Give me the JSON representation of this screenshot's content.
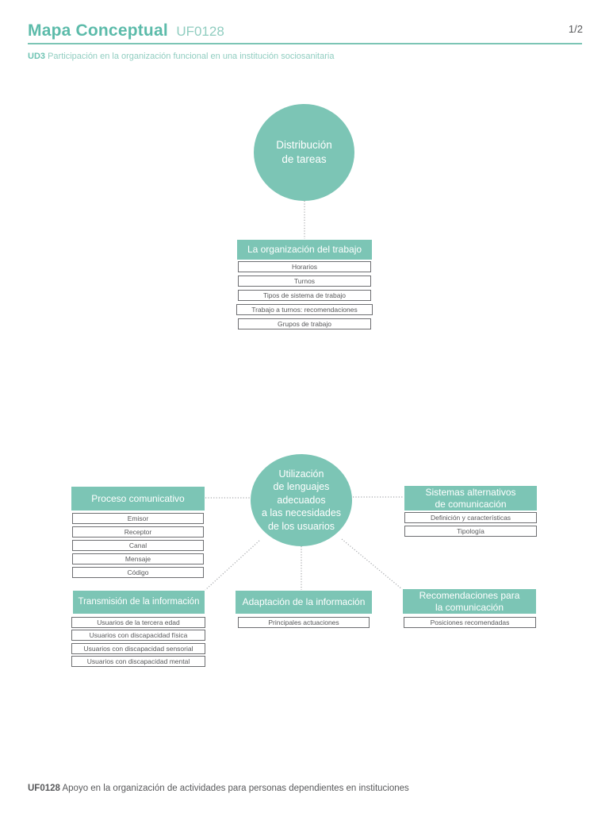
{
  "header": {
    "title": "Mapa Conceptual",
    "code": "UF0128",
    "page_number": "1/2",
    "unit_bold": "UD3",
    "unit_text": " Participación en la organización funcional en una institución sociosanitaria"
  },
  "footer": {
    "code_bold": "UF0128",
    "text": " Apoyo en la organización de actividades para personas dependientes en instituciones"
  },
  "colors": {
    "teal": "#7cc5b5",
    "title_teal": "#5cbbaa",
    "light_teal": "#90cdc0",
    "subtitle_teal": "#6ec3b3",
    "text_gray": "#58595b",
    "border_gray": "#6d6e71",
    "connector_gray": "#a6a8ab"
  },
  "diagram": {
    "top": {
      "circle": "Distribución\nde tareas",
      "organizacion": {
        "header": "La organización del trabajo",
        "items": [
          "Horarios",
          "Turnos",
          "Tipos de sistema de trabajo",
          "Trabajo a turnos: recomendaciones",
          "Grupos de trabajo"
        ]
      }
    },
    "bottom": {
      "circle": "Utilización\nde lenguajes\nadecuados\na las necesidades\nde los usuarios",
      "proceso": {
        "header": "Proceso comunicativo",
        "items": [
          "Emisor",
          "Receptor",
          "Canal",
          "Mensaje",
          "Código"
        ]
      },
      "sistemas": {
        "header": "Sistemas alternativos\nde comunicación",
        "items": [
          "Definición y características",
          "Tipología"
        ]
      },
      "transmision": {
        "header": "Transmisión de la información",
        "items": [
          "Usuarios de la tercera edad",
          "Usuarios con discapacidad física",
          "Usuarios con discapacidad sensorial",
          "Usuarios con discapacidad mental"
        ]
      },
      "adaptacion": {
        "header": "Adaptación de la información",
        "items": [
          "Principales actuaciones"
        ]
      },
      "recomendaciones": {
        "header": "Recomendaciones para\nla comunicación",
        "items": [
          "Posiciones recomendadas"
        ]
      }
    }
  }
}
